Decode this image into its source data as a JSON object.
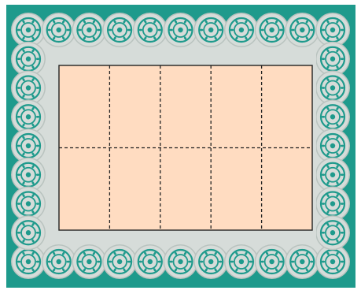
{
  "figure": {
    "kind": "grid-on-lace-doily",
    "colors": {
      "page_background": "#ffffff",
      "teal_background": "#1e9a8c",
      "lace": "#d6dcd9",
      "lace_shadow": "#b9c3bf",
      "lace_hole": "#1e9a8c",
      "rectangle_fill": "#ffdcc1",
      "grid_line": "#222222"
    },
    "grid": {
      "columns": 5,
      "rows": 2,
      "line_style": "dashed",
      "border_style": "solid"
    }
  }
}
